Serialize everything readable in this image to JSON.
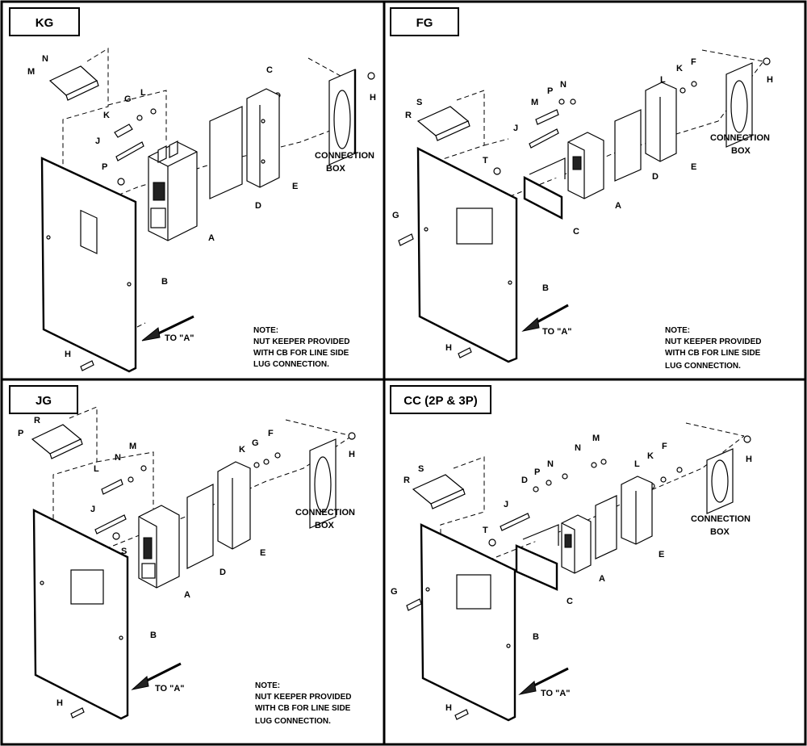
{
  "panels": [
    {
      "id": "kg",
      "title": "KG",
      "labels": [
        "N",
        "M",
        "K",
        "G",
        "L",
        "C",
        "H",
        "J",
        "P",
        "E",
        "D",
        "A",
        "B",
        "H"
      ],
      "connection_box": [
        "CONNECTION",
        "BOX"
      ],
      "arrow_text": "TO \"A\"",
      "note": [
        "NOTE:",
        "NUT KEEPER PROVIDED",
        "WITH CB FOR LINE SIDE",
        "LUG CONNECTION."
      ]
    },
    {
      "id": "fg",
      "title": "FG",
      "labels": [
        "S",
        "R",
        "M",
        "P",
        "N",
        "J",
        "T",
        "G",
        "C",
        "A",
        "D",
        "E",
        "L",
        "K",
        "F",
        "H",
        "B",
        "H"
      ],
      "connection_box": [
        "CONNECTION",
        "BOX"
      ],
      "arrow_text": "TO \"A\"",
      "note": [
        "NOTE:",
        "NUT KEEPER PROVIDED",
        "WITH CB FOR LINE SIDE",
        "LUG CONNECTION."
      ]
    },
    {
      "id": "jg",
      "title": "JG",
      "labels": [
        "R",
        "P",
        "L",
        "N",
        "M",
        "J",
        "S",
        "A",
        "D",
        "E",
        "K",
        "G",
        "F",
        "H",
        "B",
        "H"
      ],
      "connection_box": [
        "CONNECTION",
        "BOX"
      ],
      "arrow_text": "TO \"A\"",
      "note": [
        "NOTE:",
        "NUT KEEPER PROVIDED",
        "WITH CB FOR LINE SIDE",
        "LUG CONNECTION."
      ]
    },
    {
      "id": "cc",
      "title": "CC (2P & 3P)",
      "labels": [
        "S",
        "R",
        "J",
        "T",
        "G",
        "D",
        "P",
        "N",
        "N",
        "M",
        "A",
        "C",
        "E",
        "L",
        "K",
        "F",
        "H",
        "B",
        "H"
      ],
      "connection_box": [
        "CONNECTION",
        "BOX"
      ],
      "arrow_text": "TO \"A\""
    }
  ]
}
